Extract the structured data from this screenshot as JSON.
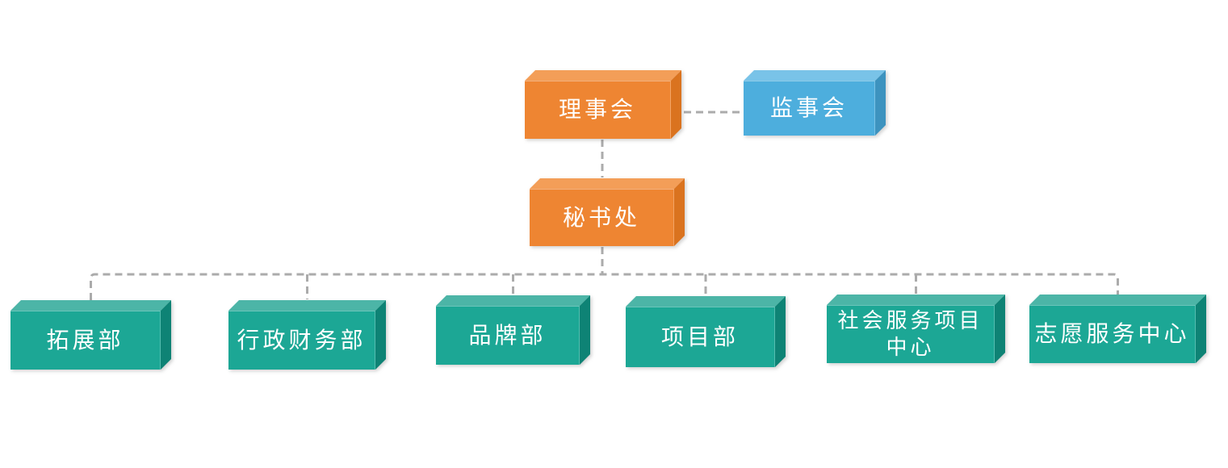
{
  "diagram": {
    "type": "org-chart",
    "background": "#FFFFFF",
    "connector_color": "#ABABAB",
    "text_color": "#FFFFFF",
    "schemes": {
      "orange": {
        "front": "#EE8532",
        "top": "#F39E58",
        "side": "#DA731F"
      },
      "blue": {
        "front": "#4DAEDD",
        "top": "#79C3E8",
        "side": "#3D93BF"
      },
      "teal": {
        "front": "#1CA795",
        "top": "#4CB5A7",
        "side": "#0E8375"
      }
    },
    "nodes": [
      {
        "id": "board",
        "label": "理事会",
        "scheme": "orange"
      },
      {
        "id": "supervisory",
        "label": "监事会",
        "scheme": "blue"
      },
      {
        "id": "secretariat",
        "label": "秘书处",
        "scheme": "orange"
      },
      {
        "id": "dept-expansion",
        "label": "拓展部",
        "scheme": "teal"
      },
      {
        "id": "dept-admin-finance",
        "label": "行政财务部",
        "scheme": "teal"
      },
      {
        "id": "dept-brand",
        "label": "品牌部",
        "scheme": "teal"
      },
      {
        "id": "dept-project",
        "label": "项目部",
        "scheme": "teal"
      },
      {
        "id": "center-social-service",
        "label": "社会服务项目中心",
        "scheme": "teal"
      },
      {
        "id": "center-volunteer",
        "label": "志愿服务中心",
        "scheme": "teal"
      }
    ],
    "edges": [
      {
        "from": "board",
        "to": "supervisory",
        "style": "dashed"
      },
      {
        "from": "board",
        "to": "secretariat",
        "style": "dashed"
      },
      {
        "from": "secretariat",
        "to": "dept-expansion",
        "style": "dashed"
      },
      {
        "from": "secretariat",
        "to": "dept-admin-finance",
        "style": "dashed"
      },
      {
        "from": "secretariat",
        "to": "dept-brand",
        "style": "dashed"
      },
      {
        "from": "secretariat",
        "to": "dept-project",
        "style": "dashed"
      },
      {
        "from": "secretariat",
        "to": "center-social-service",
        "style": "dashed"
      },
      {
        "from": "secretariat",
        "to": "center-volunteer",
        "style": "dashed"
      }
    ]
  }
}
